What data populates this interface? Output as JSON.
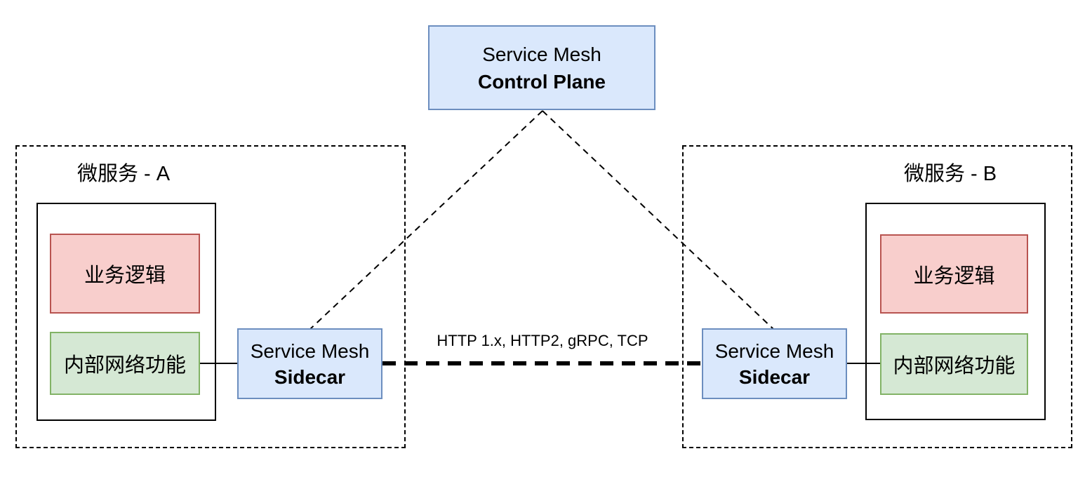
{
  "diagram": {
    "control_plane": {
      "line1": "Service Mesh",
      "line2": "Control Plane"
    },
    "link_label": "HTTP 1.x, HTTP2, gRPC, TCP",
    "microservice_a": {
      "title": "微服务 - A",
      "business_logic_label": "业务逻辑",
      "internal_network_label": "内部网络功能",
      "sidecar": {
        "line1": "Service Mesh",
        "line2": "Sidecar"
      }
    },
    "microservice_b": {
      "title": "微服务 - B",
      "business_logic_label": "业务逻辑",
      "internal_network_label": "内部网络功能",
      "sidecar": {
        "line1": "Service Mesh",
        "line2": "Sidecar"
      }
    }
  },
  "colors": {
    "blue_fill": "#dae8fc",
    "blue_stroke": "#6c8ebf",
    "red_fill": "#f8cecc",
    "red_stroke": "#b85450",
    "green_fill": "#d5e8d4",
    "green_stroke": "#82b366",
    "line": "#000000",
    "bg": "#ffffff"
  }
}
